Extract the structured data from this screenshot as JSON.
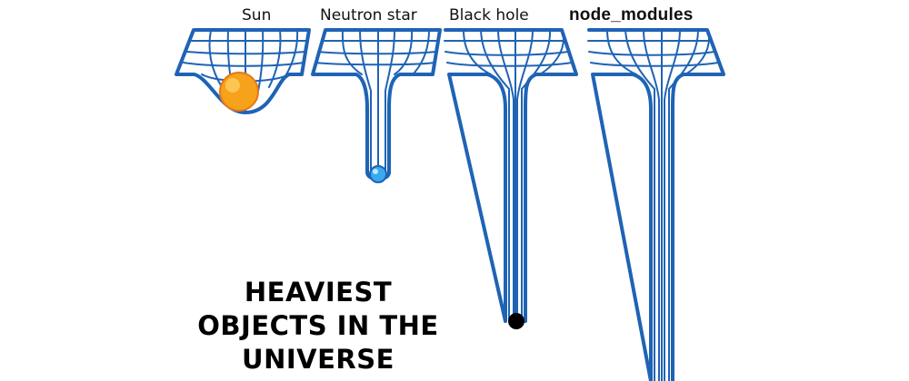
{
  "labels": {
    "sun": "Sun",
    "neutron_star": "Neutron star",
    "black_hole": "Black hole",
    "node_modules": "node_modules"
  },
  "caption": {
    "line1": "HEAVIEST",
    "line2": "OBJECTS IN THE",
    "line3": "UNIVERSE"
  },
  "colors": {
    "grid": "#1f63b5",
    "sun": "#f7a21b",
    "neutron_star": "#39a9f0",
    "black_hole": "#000000"
  }
}
